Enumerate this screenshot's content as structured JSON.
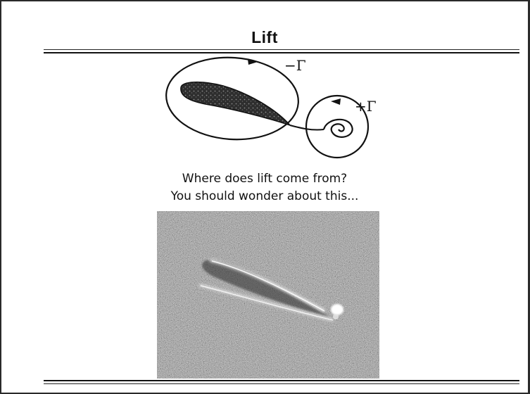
{
  "slide": {
    "title": "Lift",
    "diagram": {
      "label_negative": "−Γ",
      "label_positive": "+Γ"
    },
    "caption_line1": "Where does lift come from?",
    "caption_line2": "You should wonder about this..."
  }
}
